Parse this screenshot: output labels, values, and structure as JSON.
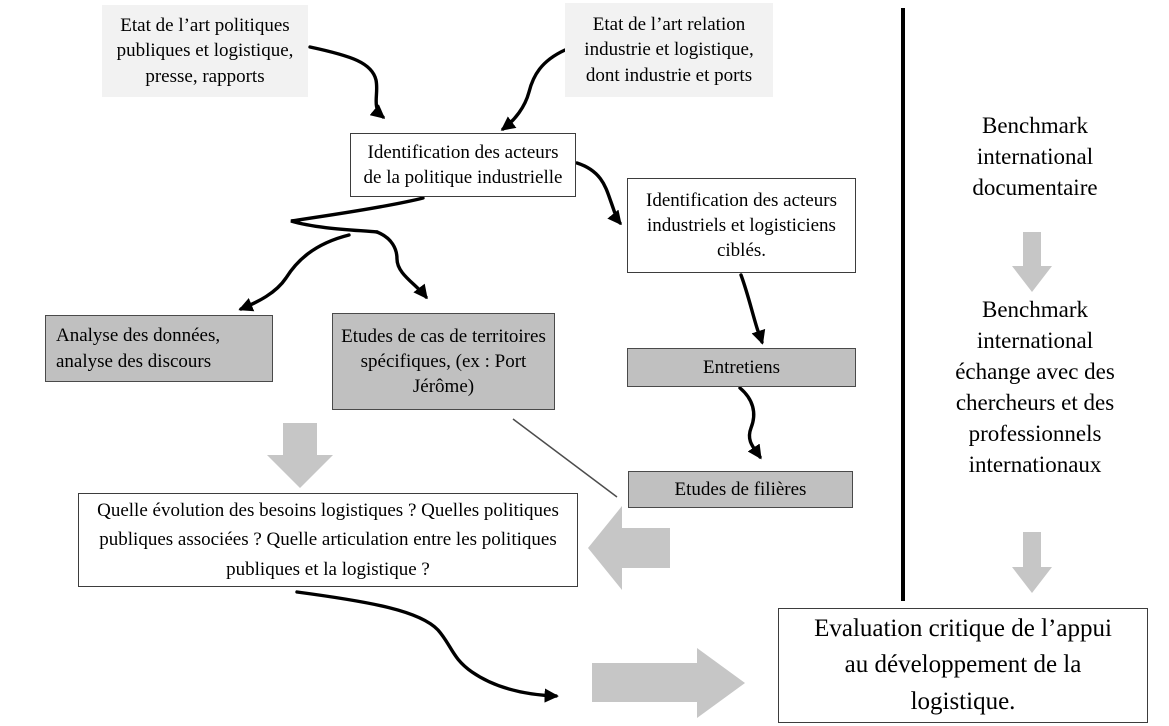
{
  "colors": {
    "light_box": "#f2f2f2",
    "gray_box": "#c0c0c0",
    "box_border": "#3d3d3d",
    "block_arrow": "#c6c6c6",
    "line": "#000000"
  },
  "diagram": {
    "sources": {
      "state_of_art_policy": "Etat de l’art politiques\npubliques et logistique,\npresse, rapports",
      "state_of_art_industry": "Etat de l’art relation\nindustrie et logistique,\ndont industrie et ports"
    },
    "identification": {
      "policy_actors": "Identification des acteurs\nde la politique industrielle",
      "industrial_actors": "Identification des acteurs\nindustriels et logisticiens\nciblés."
    },
    "methods": {
      "data_analysis": "Analyse des données,\nanalyse des discours",
      "case_studies": "Etudes de cas de territoires\nspécifiques, (ex : Port\nJérôme)",
      "interviews": "Entretiens",
      "sector_studies": "Etudes de filières"
    },
    "research_question": "Quelle évolution des besoins logistiques ? Quelles politiques\npubliques associées ? Quelle articulation entre les politiques\npubliques et la logistique ?",
    "benchmark": {
      "documentary": "Benchmark\ninternational\ndocumentaire",
      "exchange": "Benchmark\ninternational\néchange avec des\nchercheurs et des\nprofessionnels\ninternationaux"
    },
    "outcome": "Evaluation critique de l’appui\nau développement de la\nlogistique."
  }
}
